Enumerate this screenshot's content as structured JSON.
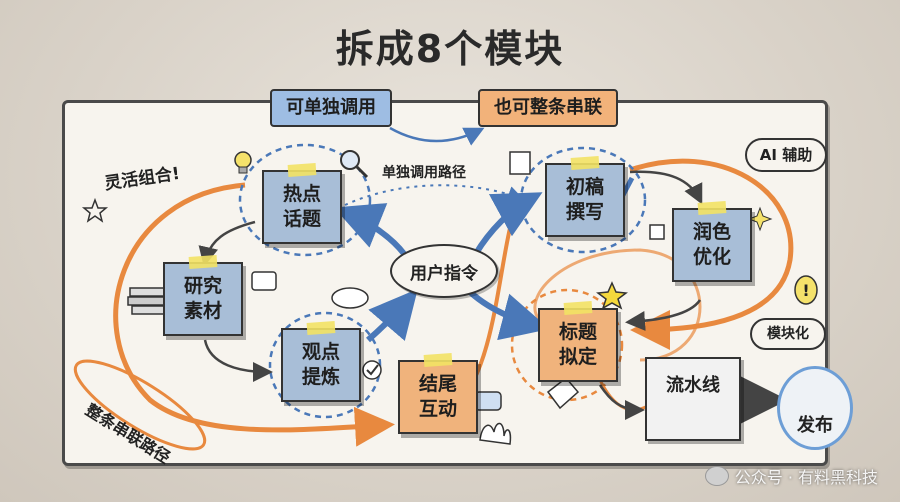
{
  "title": "拆成8个模块",
  "banners": {
    "standalone": "可单独调用",
    "chainable": "也可整条串联"
  },
  "modules": {
    "hot_topic": "热点\n话题",
    "research": "研究\n素材",
    "viewpoint": "观点\n提炼",
    "ending": "结尾\n互动",
    "draft": "初稿\n撰写",
    "polish": "润色\n优化",
    "headline": "标题\n拟定",
    "pipeline": "流水线"
  },
  "center": "用户指令",
  "labels": {
    "standalone_path": "单独调用路径",
    "flexible": "灵活组合!",
    "ai_assist": "AI 辅助",
    "modular": "模块化",
    "chain_path": "整条串联路径",
    "publish": "发布"
  },
  "watermark": "公众号 · 有料黑科技",
  "colors": {
    "blue_note": "#a8bed7",
    "orange_note": "#f0b37c",
    "orange_path": "#e8893f",
    "blue_path": "#4a78b8",
    "tape": "#f2e264"
  }
}
